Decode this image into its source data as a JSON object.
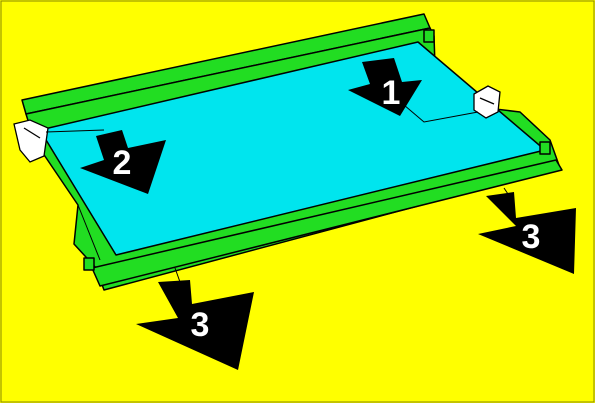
{
  "diagram": {
    "colors": {
      "background": "#FFFF00",
      "frame": "#22DD22",
      "glass": "#00E5EE",
      "arrow": "#000000",
      "bracket": "#FFFFFF",
      "label": "#FFFFFF"
    },
    "steps": [
      {
        "label": "1",
        "icon": "arrow-down-icon"
      },
      {
        "label": "2",
        "icon": "arrow-down-icon"
      },
      {
        "label": "3",
        "icon": "arrow-down-icon"
      },
      {
        "label": "3",
        "icon": "arrow-down-icon"
      }
    ]
  }
}
